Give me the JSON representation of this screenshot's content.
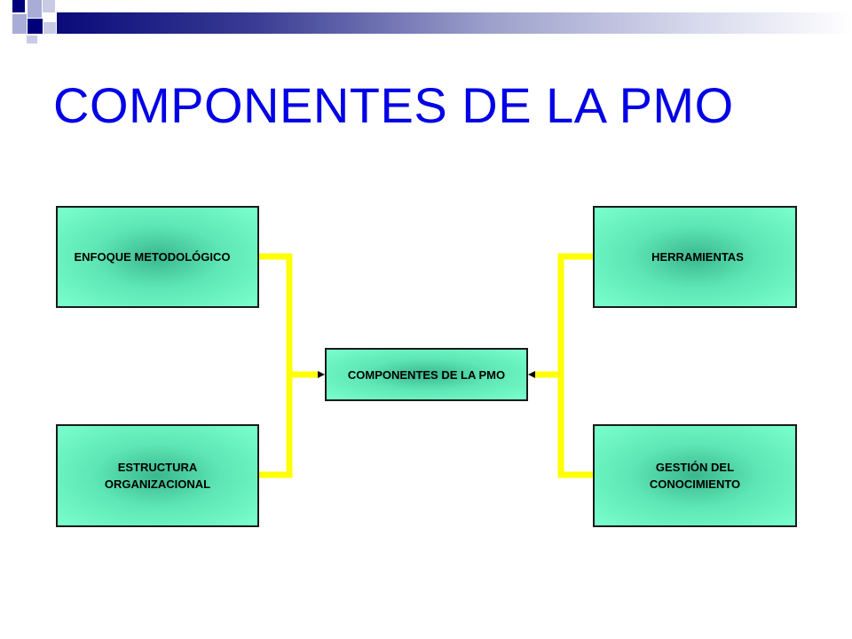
{
  "slide": {
    "title": "COMPONENTES DE LA PMO"
  },
  "diagram": {
    "center": "COMPONENTES DE LA PMO",
    "top_left": "ENFOQUE METODOLÓGICO",
    "bottom_left_line1": "ESTRUCTURA",
    "bottom_left_line2": "ORGANIZACIONAL",
    "top_right": "HERRAMIENTAS",
    "bottom_right_line1": "GESTIÓN DEL",
    "bottom_right_line2": "CONOCIMIENTO"
  },
  "colors": {
    "title": "#0000e6",
    "box_fill": "#7affcd",
    "connector": "#ffff00"
  }
}
